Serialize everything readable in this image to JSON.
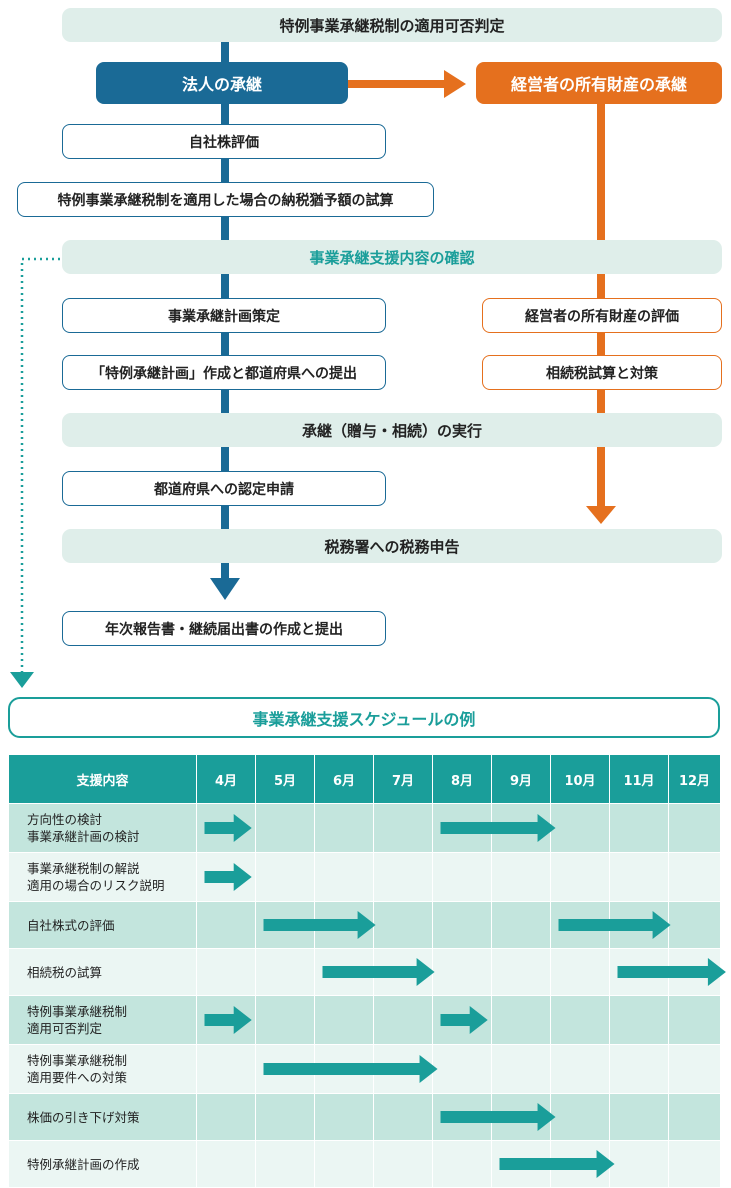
{
  "flow": {
    "top_band": "特例事業承継税制の適用可否判定",
    "corp_header": "法人の承継",
    "owner_header": "経営者の所有財産の承継",
    "stock_eval": "自社株評価",
    "tax_estimate": "特例事業承継税制を適用した場合の納税猶予額の試算",
    "support_band": "事業承継支援内容の確認",
    "plan_box": "事業承継計画策定",
    "owner_eval": "経営者の所有財産の評価",
    "submit_box": "「特例承継計画」作成と都道府県への提出",
    "inherit_box": "相続税試算と対策",
    "execute_band": "承継（贈与・相続）の実行",
    "apply_box": "都道府県への認定申請",
    "tax_band": "税務署への税務申告",
    "report_box": "年次報告書・継続届出書の作成と提出"
  },
  "schedule": {
    "title": "事業承継支援スケジュールの例",
    "header_label": "支援内容",
    "months": [
      "4月",
      "5月",
      "6月",
      "7月",
      "8月",
      "9月",
      "10月",
      "11月",
      "12月"
    ],
    "rows": [
      {
        "lines": [
          "方向性の検討",
          "事業承継計画の検討"
        ],
        "arrows": [
          {
            "start": 0,
            "end": 0.8
          },
          {
            "start": 4,
            "end": 5.95
          }
        ]
      },
      {
        "lines": [
          "事業承継税制の解説",
          "適用の場合のリスク説明"
        ],
        "arrows": [
          {
            "start": 0,
            "end": 0.8
          }
        ]
      },
      {
        "lines": [
          "自社株式の評価"
        ],
        "arrows": [
          {
            "start": 1,
            "end": 2.9
          },
          {
            "start": 6,
            "end": 7.9
          }
        ]
      },
      {
        "lines": [
          "相続税の試算"
        ],
        "arrows": [
          {
            "start": 2,
            "end": 3.9
          },
          {
            "start": 7,
            "end": 8.95
          }
        ]
      },
      {
        "lines": [
          "特例事業承継税制",
          "適用可否判定"
        ],
        "arrows": [
          {
            "start": 0,
            "end": 0.8
          },
          {
            "start": 4,
            "end": 4.8
          }
        ]
      },
      {
        "lines": [
          "特例事業承継税制",
          "適用要件への対策"
        ],
        "arrows": [
          {
            "start": 1,
            "end": 3.95
          }
        ]
      },
      {
        "lines": [
          "株価の引き下げ対策"
        ],
        "arrows": [
          {
            "start": 4,
            "end": 5.95
          }
        ]
      },
      {
        "lines": [
          "特例承継計画の作成"
        ],
        "arrows": [
          {
            "start": 5,
            "end": 6.95
          }
        ]
      }
    ]
  },
  "colors": {
    "blue": "#1a6a96",
    "orange": "#e5701e",
    "teal": "#1a9e9a",
    "band": "#dfeeea"
  }
}
